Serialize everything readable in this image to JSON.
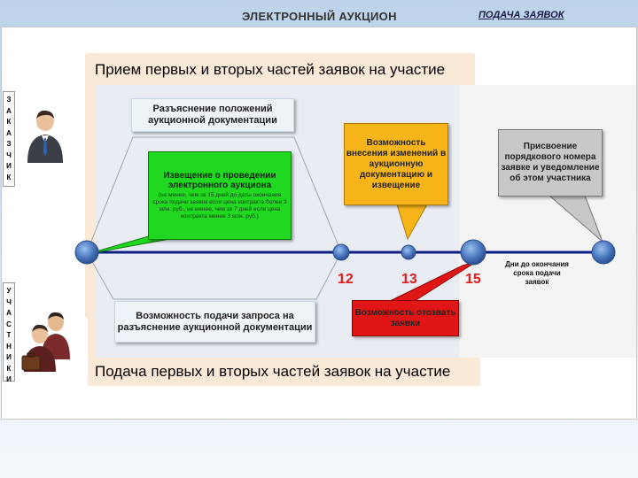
{
  "header": {
    "title": "ЭЛЕКТРОННЫЙ АУКЦИОН",
    "link": "ПОДАЧА ЗАЯВОК"
  },
  "sides": {
    "customer_letters": [
      "З",
      "А",
      "К",
      "А",
      "З",
      "Ч",
      "И",
      "К"
    ],
    "participants_letters": [
      "У",
      "Ч",
      "А",
      "С",
      "Т",
      "Н",
      "И",
      "К",
      "И"
    ]
  },
  "frames": {
    "top_title": "Прием первых и вторых частей заявок на участие",
    "bottom_title": "Подача первых и вторых частей заявок на участие"
  },
  "boxes": {
    "clarify": "Разъяснение положений аукционной документации",
    "notice_title": "Извещение о проведении электронного аукциона",
    "notice_note": "(не менее, чем за 15 дней до даты окончания срока подачи заявок если цена контракта более 3 млн. руб., не менее, чем за 7 дней если цена контракта менее 3 млн. руб.)",
    "changes": "Возможность внесения изменений в аукционную документацию и извещение",
    "number": "Присвоение порядкового номера заявке и уведомление об этом участника",
    "request": "Возможность подачи запроса на разъяснение аукционной документации",
    "withdraw": "Возможность отозвать заявки"
  },
  "timeline": {
    "ticks": [
      "12",
      "13",
      "15"
    ],
    "axis_label": "Дни до окончания срока подачи заявок"
  },
  "colors": {
    "axis": "#0d1f86",
    "node": "#4a78c0",
    "notice": "#1fd81f",
    "changes": "#f7b51a",
    "withdraw": "#e01616",
    "frame": "#fbe9d8"
  }
}
